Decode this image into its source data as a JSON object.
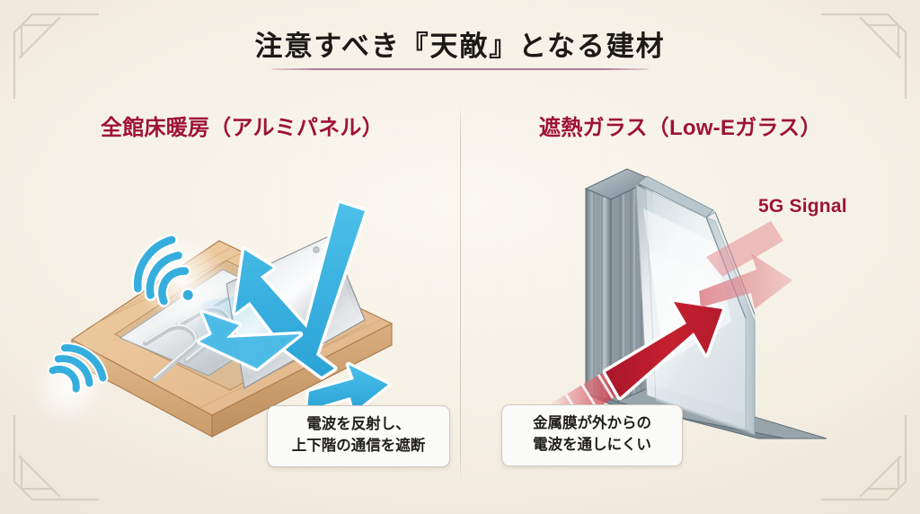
{
  "slide": {
    "title": "注意すべき『天敵』となる建材",
    "background_color": "#f7f2e7",
    "accent_color": "#9e1334",
    "rule_color": "#b07a93",
    "divider_color": "#b4a894"
  },
  "panels": [
    {
      "id": "floor-heating",
      "heading": "全館床暖房（アルミパネル）",
      "caption": "電波を反射し、\n上下階の通信を遮断",
      "signal_color": "#35aedd",
      "illustration": "isometric-floor-heating-aluminum-panel"
    },
    {
      "id": "low-e-glass",
      "heading": "遮熱ガラス（Low-Eガラス）",
      "caption": "金属膜が外からの\n電波を通しにくい",
      "signal_label": "5G Signal",
      "signal_color": "#be1e2d",
      "attenuated_color": "#eaa9a9",
      "illustration": "double-glazed-low-e-window-cutaway"
    }
  ],
  "decor": {
    "corner_ornament_color": "#d9d2c4",
    "corners": [
      "top-left",
      "top-right",
      "bottom-left",
      "bottom-right"
    ]
  }
}
